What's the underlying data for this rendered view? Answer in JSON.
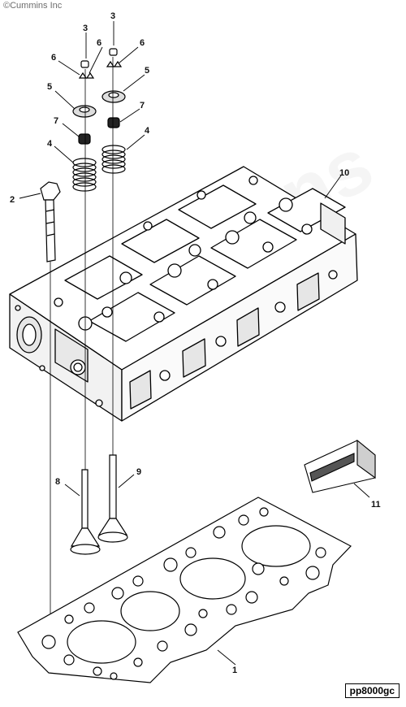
{
  "copyright": "©Cummins Inc",
  "watermark": "Cummins",
  "figure_id": "pp8000gc",
  "callouts": [
    {
      "id": "c1",
      "label": "1"
    },
    {
      "id": "c2",
      "label": "2"
    },
    {
      "id": "c3a",
      "label": "3"
    },
    {
      "id": "c3b",
      "label": "3"
    },
    {
      "id": "c4a",
      "label": "4"
    },
    {
      "id": "c4b",
      "label": "4"
    },
    {
      "id": "c5a",
      "label": "5"
    },
    {
      "id": "c5b",
      "label": "5"
    },
    {
      "id": "c6a",
      "label": "6"
    },
    {
      "id": "c6b",
      "label": "6"
    },
    {
      "id": "c6c",
      "label": "6"
    },
    {
      "id": "c7a",
      "label": "7"
    },
    {
      "id": "c7b",
      "label": "7"
    },
    {
      "id": "c8",
      "label": "8"
    },
    {
      "id": "c9",
      "label": "9"
    },
    {
      "id": "c10",
      "label": "10"
    },
    {
      "id": "c11",
      "label": "11"
    }
  ]
}
